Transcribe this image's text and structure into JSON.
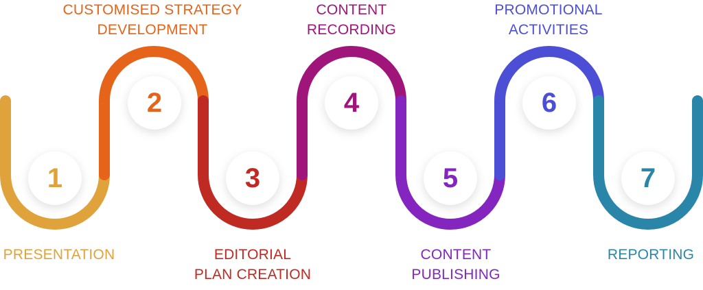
{
  "colors": {
    "step1": "#e0a33c",
    "step2": "#e6641a",
    "step3": "#bf2a22",
    "step4": "#a0157a",
    "step5": "#8425c0",
    "step6": "#4c4fd6",
    "step7": "#2a86a8"
  },
  "steps": [
    {
      "number": "1",
      "line1": "PRESENTATION",
      "line2": ""
    },
    {
      "number": "2",
      "line1": "CUSTOMISED STRATEGY",
      "line2": "DEVELOPMENT"
    },
    {
      "number": "3",
      "line1": "EDITORIAL",
      "line2": "PLAN CREATION"
    },
    {
      "number": "4",
      "line1": "CONTENT",
      "line2": "RECORDING"
    },
    {
      "number": "5",
      "line1": "CONTENT",
      "line2": "PUBLISHING"
    },
    {
      "number": "6",
      "line1": "PROMOTIONAL",
      "line2": "ACTIVITIES"
    },
    {
      "number": "7",
      "line1": "REPORTING",
      "line2": ""
    }
  ]
}
